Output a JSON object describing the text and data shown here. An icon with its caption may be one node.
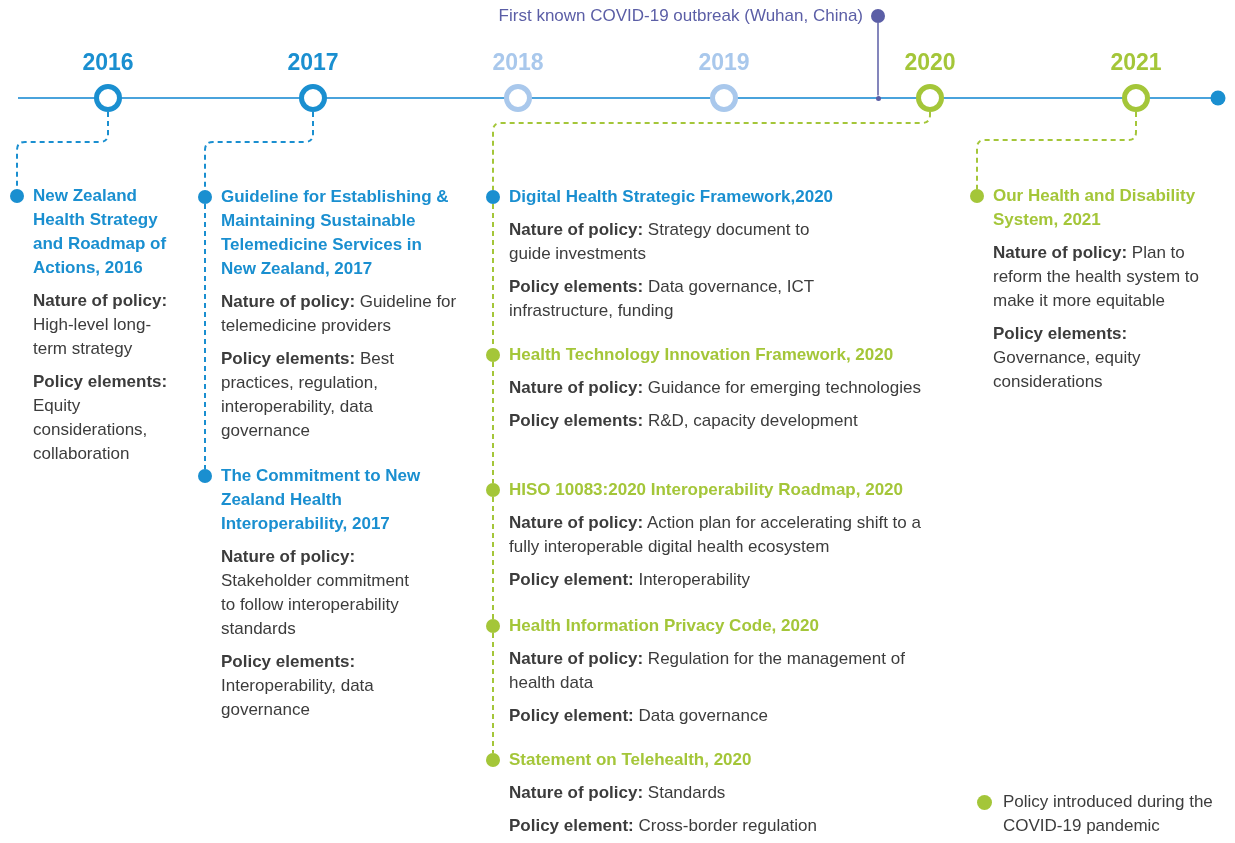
{
  "diagram": {
    "nodes": [
      {
        "text": [
          "First known COVID-19 outbreak (Wuhan, China)"
        ]
      },
      {
        "text": [],
        "shape": "circle"
      },
      {
        "text": [
          "2016"
        ]
      },
      {
        "text": [
          "2017"
        ]
      },
      {
        "text": [
          "2018"
        ]
      },
      {
        "text": [
          "2019"
        ]
      },
      {
        "text": [
          "2020"
        ]
      },
      {
        "text": [
          "2021"
        ]
      },
      {
        "text": [
          "New Zealand Health Strategy and Roadmap of Actions, 2016"
        ],
        "beside": [
          "**Nature of policy:** High-level long-term strategy",
          "**Policy elements:** Equity considerations, collaboration"
        ]
      },
      {
        "text": [
          "Guideline for Establishing & Maintaining Sustainable Telemedicine Services in New Zealand, 2017"
        ],
        "beside": [
          "**Nature of policy:** Guideline for telemedicine providers",
          "**Policy elements:** Best practices, regulation, interoperability, data governance"
        ]
      },
      {
        "text": [
          "The Commitment to New Zealand Health Interoperability, 2017"
        ],
        "beside": [
          "**Nature of policy:** Stakeholder commitment to follow interoperability standards",
          "**Policy elements:** Interoperability, data governance"
        ]
      },
      {
        "text": [
          "Digital Health Strategic Framework,2020"
        ],
        "beside": [
          "**Nature of policy:** Strategy document to guide investments",
          "**Policy elements:** Data governance, ICT infrastructure, funding"
        ]
      },
      {
        "text": [
          "Health Technology Innovation Framework, 2020"
        ],
        "beside": [
          "**Nature of policy:** Guidance for emerging technologies",
          "**Policy elements:** R&D, capacity development"
        ]
      },
      {
        "text": [
          "HISO 10083:2020 Interoperability Roadmap, 2020"
        ],
        "beside": [
          "**Nature of policy:** Action plan for accelerating shift to a fully interoperable digital health ecosystem",
          "**Policy element:** Interoperability"
        ]
      },
      {
        "text": [
          "Health Information Privacy Code, 2020"
        ],
        "beside": [
          "**Nature of policy:** Regulation for the management of health data",
          "**Policy element:** Data governance"
        ]
      },
      {
        "text": [
          "Statement on Telehealth, 2020"
        ],
        "beside": [
          "**Nature of policy:** Standards",
          "**Policy element:** Cross-border regulation"
        ]
      },
      {
        "text": [
          "Our Health and Disability System, 2021"
        ],
        "beside": [
          "**Nature of policy:** Plan to reform the health system to make it more equitable",
          "**Policy elements:** Governance, equity considerations"
        ]
      }
    ],
    "edges": [
      {
        "from": 0,
        "to": 1,
        "arrow": "none",
        "color": "#5b5ea6"
      },
      {
        "from": 2,
        "to": 8,
        "arrow": "none",
        "style": "dashed",
        "color": "#1a8fd0"
      },
      {
        "from": 3,
        "to": 9,
        "arrow": "none",
        "style": "dashed",
        "color": "#1a8fd0"
      },
      {
        "from": 9,
        "to": 10,
        "arrow": "none",
        "style": "dashed",
        "color": "#1a8fd0"
      },
      {
        "from": 6,
        "to": 11,
        "arrow": "none",
        "style": "dashed"
      },
      {
        "from": 11,
        "to": 12,
        "arrow": "none",
        "style": "dashed"
      },
      {
        "from": 12,
        "to": 13,
        "arrow": "none",
        "style": "dashed"
      },
      {
        "from": 13,
        "to": 14,
        "arrow": "none",
        "style": "dashed"
      },
      {
        "from": 14,
        "to": 15,
        "arrow": "none",
        "style": "dashed"
      },
      {
        "from": 7,
        "to": 16,
        "arrow": "none",
        "style": "dashed"
      }
    ],
    "legend": [
      {
        "text": "Policy introduced during the COVID-19 pandemic",
        "color": "#a4c639"
      }
    ]
  }
}
